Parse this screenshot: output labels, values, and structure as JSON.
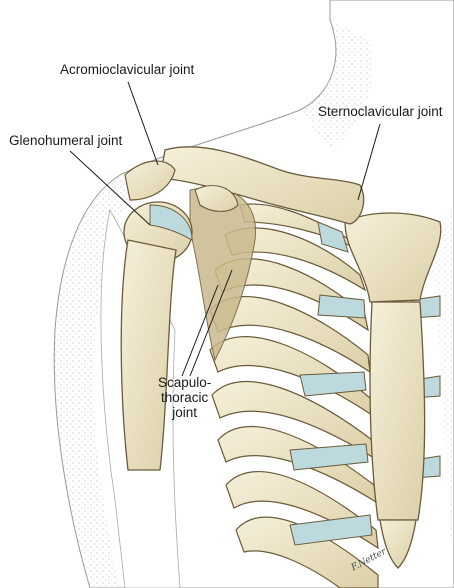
{
  "title": "",
  "labels": {
    "acromioclavicular": "Acromioclavicular joint",
    "sternoclavicular": "Sternoclavicular joint",
    "glenohumeral": "Glenohumeral joint",
    "scapulothoracic_line1": "Scapulo-",
    "scapulothoracic_line2": "thoracic",
    "scapulothoracic_line3": "joint"
  },
  "signature": "F.Netter",
  "colors": {
    "bone": "#eee6c9",
    "bone_shadow": "#c9b98c",
    "bone_outline": "#6b5b3a",
    "cartilage": "#bcd9de",
    "skin_stipple": "#9a9a9a",
    "background": "#ffffff"
  }
}
